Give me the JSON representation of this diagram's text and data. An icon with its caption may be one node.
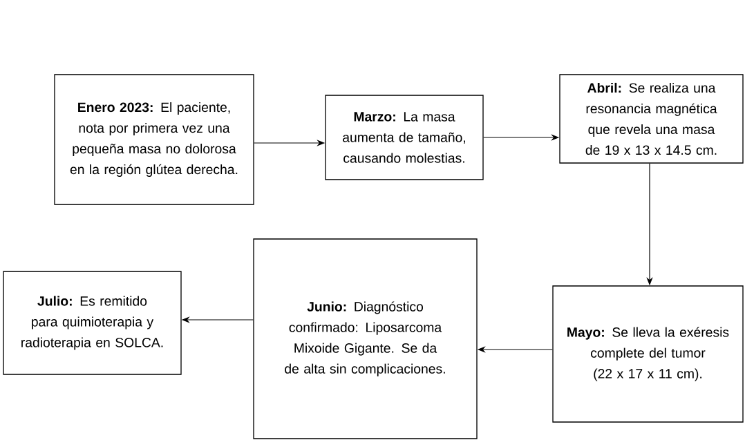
{
  "diagram": {
    "nodes": [
      {
        "text": [
          "**Enero 2023:** El paciente, nota por primera vez una pequeña masa no dolorosa en la región glútea derecha."
        ]
      },
      {
        "text": [
          "**Marzo:** La masa aumenta de tamaño, causando molestias."
        ]
      },
      {
        "text": [
          "**Abril:** Se realiza una resonancia magnética que revela una masa de 19 x 13 x 14.5 cm."
        ]
      },
      {
        "text": [
          "**Mayo:** Se lleva la exéresis complete del tumor (22 x 17 x 11 cm)."
        ]
      },
      {
        "text": [
          "**Junio:** Diagnóstico confirmado: Liposarcoma Mixoide Gigante. Se da de alta sin complicaciones."
        ]
      },
      {
        "text": [
          "**Julio:** Es remitido para quimioterapia y radioterapia en SOLCA."
        ]
      }
    ],
    "edges": [
      {
        "from": 0,
        "to": 1,
        "arrow": "to"
      },
      {
        "from": 1,
        "to": 2,
        "arrow": "to"
      },
      {
        "from": 2,
        "to": 3,
        "arrow": "to"
      },
      {
        "from": 3,
        "to": 4,
        "arrow": "to"
      },
      {
        "from": 4,
        "to": 5,
        "arrow": "to"
      }
    ]
  }
}
